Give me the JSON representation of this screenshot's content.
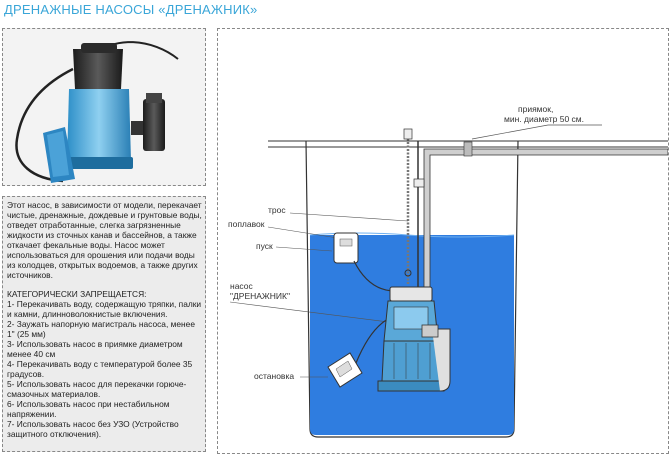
{
  "title": "ДРЕНАЖНЫЕ НАСОСЫ  «ДРЕНАЖНИК»",
  "description": [
    "Этот насос, в зависимости от модели, перекачает",
    "чистые, дренажные, дождевые и грунтовые воды,",
    "отведет отработанные, слегка загрязненные",
    "жидкости из сточных канав и бассейнов, а также",
    "откачает фекальные воды. Насос может",
    "использоваться для орошения или подачи воды",
    "из колодцев, открытых водоемов, а также других",
    "источников."
  ],
  "prohibited": {
    "heading": "КАТЕГОРИЧЕСКИ ЗАПРЕЩАЕТСЯ:",
    "items": [
      "1- Перекачивать воду, содержащую тряпки, палки",
      "и камни, длинноволокнистые включения.",
      "2- Заужать напорную магистраль насоса,  менее",
      "1\" (25 мм)",
      "3- Использовать насос в приямке диаметром",
      "менее 40 см",
      "4- Перекачивать воду с температурой более 35",
      "градусов.",
      "5- Использовать насос для перекачки горюче-",
      "смазочных материалов.",
      "6- Использовать насос при нестабильном",
      "напряжении.",
      "7- Использовать насос без УЗО (Устройство",
      "защитного отключения)."
    ]
  },
  "diagram": {
    "labels": {
      "pit_line1": "приямок,",
      "pit_line2": "мин. диаметр 50 см.",
      "cable": "трос",
      "float": "поплавок",
      "start": "пуск",
      "pump_line1": "насос",
      "pump_line2": "\"ДРЕНАЖНИК\"",
      "stop": "остановка"
    }
  },
  "colors": {
    "accent": "#3aa6d8",
    "water": "#2f7de0",
    "pump_body": "#5aa8d8"
  }
}
